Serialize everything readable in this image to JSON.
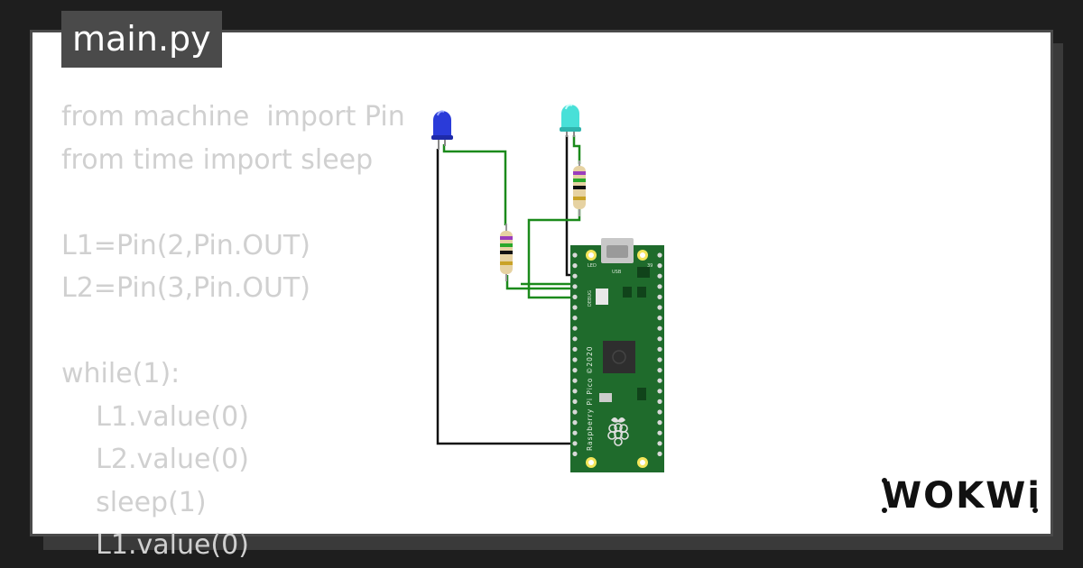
{
  "file_tab": {
    "label": "main.py"
  },
  "code_lines": [
    "from machine  import Pin",
    "from time import sleep",
    "",
    "L1=Pin(2,Pin.OUT)",
    "L2=Pin(3,Pin.OUT)",
    "",
    "while(1):",
    "    L1.value(0)",
    "    L2.value(0)",
    "    sleep(1)",
    "    L1.value(0)"
  ],
  "board": {
    "name_text": "Raspberry Pi Pico ©2020",
    "led_label": "LED",
    "usb_label": "USB",
    "pin_label_top": "39",
    "debug_label": "DEBUG"
  },
  "components": {
    "led_1_color": "#2a3bd9",
    "led_2_color": "#48e0d8",
    "wire_color": "#1b8a1b",
    "ground_wire_color": "#111111",
    "board_color": "#1f6b2c"
  },
  "brand": {
    "logo_text": "WOKWi"
  }
}
